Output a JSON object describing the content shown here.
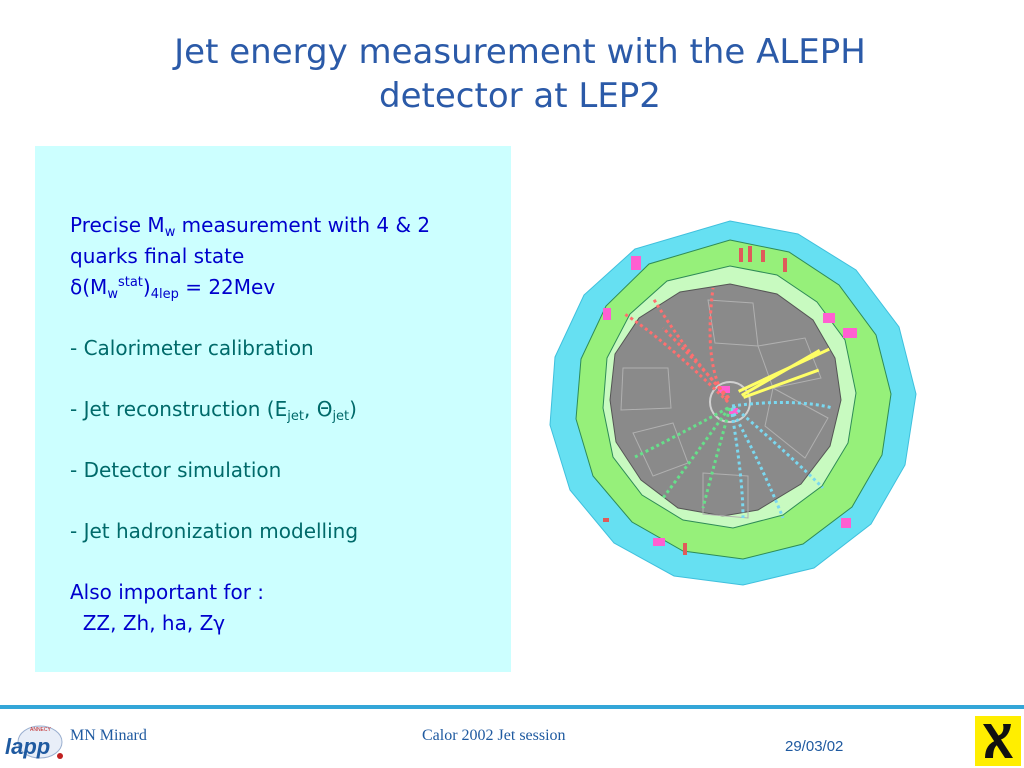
{
  "slide": {
    "title_line1": "Jet energy measurement with the ALEPH",
    "title_line2": "detector at LEP2"
  },
  "content": {
    "l1_a": "Precise M",
    "l1_sub": "w",
    "l1_b": " measurement with 4 & 2",
    "l2": "quarks final state",
    "l3_delta": "δ",
    "l3_a": "(M",
    "l3_sub": "w",
    "l3_sup": "stat",
    "l3_b": ")",
    "l3_sub2": "4lep",
    "l3_c": " = 22Mev",
    "item1": "- Calorimeter calibration",
    "item2_a": "- Jet reconstruction (E",
    "item2_sub1": "jet",
    "item2_b": ", ",
    "item2_theta": "Θ",
    "item2_sub2": "jet",
    "item2_c": ")",
    "item3": "- Detector simulation",
    "item4": "- Jet hadronization modelling",
    "also": "Also important for :",
    "processes_a": "  ZZ, Zh, ha, Z",
    "processes_gamma": "γ"
  },
  "footer": {
    "author": "MN Minard",
    "session": "Calor 2002 Jet session",
    "date": "29/03/02",
    "logo_left_text": "lapp",
    "logo_left_small": "ANNECY"
  },
  "colors": {
    "title": "#2b5aa8",
    "text_blue": "#0000cc",
    "text_teal": "#006a6a",
    "box_bg": "#ccffff",
    "rule": "#33a6d8"
  }
}
